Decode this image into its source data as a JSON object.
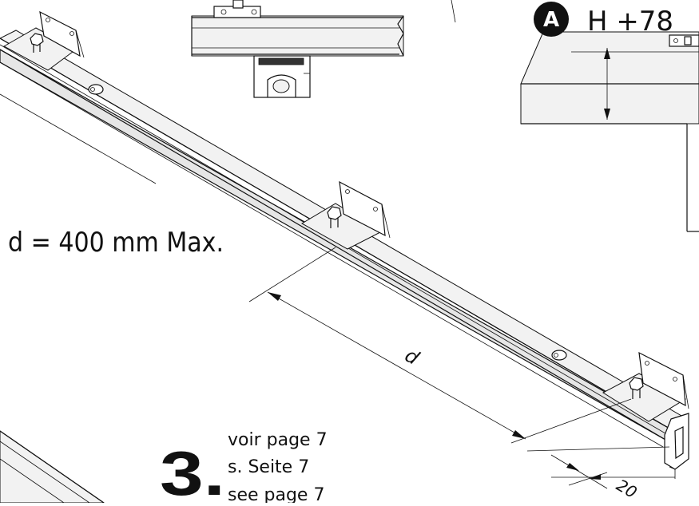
{
  "spacing_note": "d = 400 mm Max.",
  "dimension_label": "d",
  "offset_value": "20",
  "detail": {
    "badge": "A",
    "height_label": "H +78"
  },
  "step": {
    "number": "3.",
    "refs": [
      "voir page 7",
      "s. Seite 7",
      "see page 7"
    ]
  },
  "colors": {
    "ink": "#111111",
    "rail_fill": "#e6e6e6",
    "badge_fill": "#111111"
  },
  "icons": [
    "mounting-bracket-icon",
    "hex-bolt-icon",
    "keyhole-slot-icon",
    "dimension-arrow-icon"
  ]
}
